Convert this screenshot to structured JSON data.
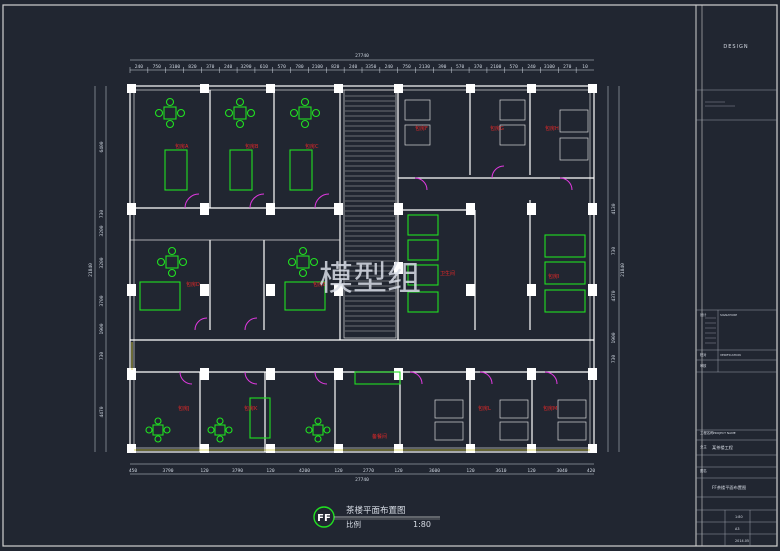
{
  "drawing": {
    "total_width_top": "27740",
    "total_width_bottom": "27740",
    "total_height_left": "21840",
    "total_height_right": "21840",
    "top_dims": [
      "240",
      "750",
      "3100",
      "820",
      "370",
      "240",
      "3290",
      "610",
      "570",
      "780",
      "2100",
      "820",
      "240",
      "3350",
      "240",
      "750",
      "2130",
      "390",
      "570",
      "370",
      "2100",
      "570",
      "240",
      "3100",
      "270",
      "10"
    ],
    "bottom_dims": [
      "450",
      "3790",
      "120",
      "3790",
      "120",
      "4200",
      "120",
      "2770",
      "120",
      "3600",
      "120",
      "3610",
      "120",
      "3040",
      "420"
    ],
    "left_dims": [
      "6400",
      "730",
      "3200",
      "3200",
      "3700",
      "1900",
      "730",
      "4470"
    ],
    "right_dims": [
      "4130",
      "730",
      "4370",
      "1900",
      "730"
    ],
    "room_labels": [
      "包房A",
      "包房B",
      "包房C",
      "包房D",
      "包房E",
      "包房F",
      "包房G",
      "包房H",
      "包房I",
      "包房J",
      "包房K",
      "包房L",
      "包房M",
      "卫生间",
      "备餐间"
    ],
    "watermark": "模型组",
    "plan_badge": "FF",
    "plan_title": "茶楼平面布置图",
    "scale_label": "比例",
    "scale_value": "1:80"
  },
  "title_block": {
    "design": "DESIGN",
    "project_label": "工程名称",
    "project_sub": "PROJECT NAME",
    "client_label": "业主",
    "client_name": "某茶楼工程",
    "drawing_label": "图名",
    "drawing_name": "FF茶楼平面布置图",
    "sign_label": "设计",
    "sign_sub": "SIGNATURE",
    "verify_label": "校对",
    "verify_sub": "VERIFICATION",
    "check_label": "审核",
    "scale_cell": "1:80",
    "sheet_cell": "A3",
    "date_cell": "2014.05"
  },
  "colors": {
    "background": "#212631",
    "walls": "#ffffff",
    "furniture": "#21e021",
    "doors": "#e039e0",
    "labels": "#e22828"
  }
}
